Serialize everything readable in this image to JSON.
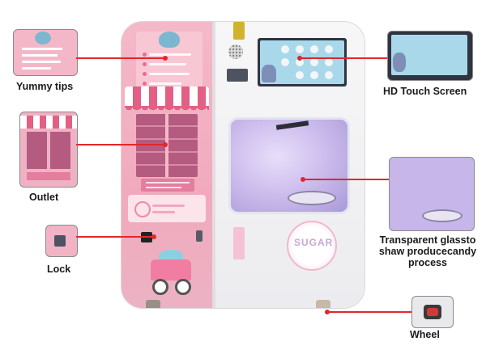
{
  "callouts": {
    "tips": "Yummy tips",
    "screen": "HD Touch Screen",
    "outlet": "Outlet",
    "chamber": "Transparent glassto\nshaw producecandy\nprocess",
    "lock": "Lock",
    "wheel": "Wheel"
  },
  "machine": {
    "logo": "SUGAR"
  },
  "colors": {
    "callout_line": "#e3262d",
    "machine_pink": "#f4b9c9",
    "awning_stripe": "#e35f83"
  }
}
